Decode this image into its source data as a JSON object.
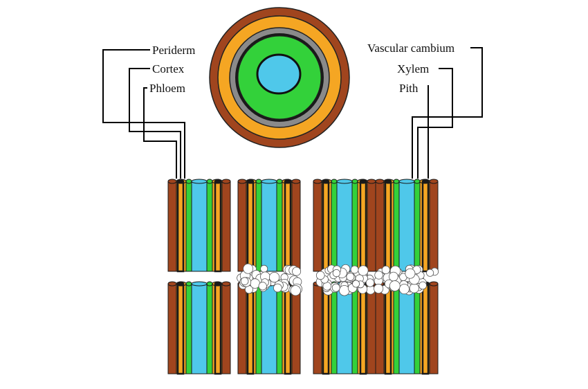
{
  "labels": {
    "periderm": "Periderm",
    "cortex": "Cortex",
    "phloem": "Phloem",
    "vascular_cambium": "Vascular cambium",
    "xylem": "Xylem",
    "pith": "Pith"
  },
  "tissue_colors": {
    "periderm": "#A0451E",
    "cortex": "#F5A623",
    "phloem": "#8A8A8A",
    "vascular_cambium": "#1A1A1A",
    "xylem": "#33D13A",
    "pith": "#4FC8EA",
    "callus_cells": "#FFFFFF"
  },
  "line_color": "#000000",
  "stem_segments": [
    {
      "state": "intact"
    },
    {
      "state": "callus-bridged"
    },
    {
      "state": "callus-bridged"
    },
    {
      "state": "callus-bridged"
    }
  ]
}
